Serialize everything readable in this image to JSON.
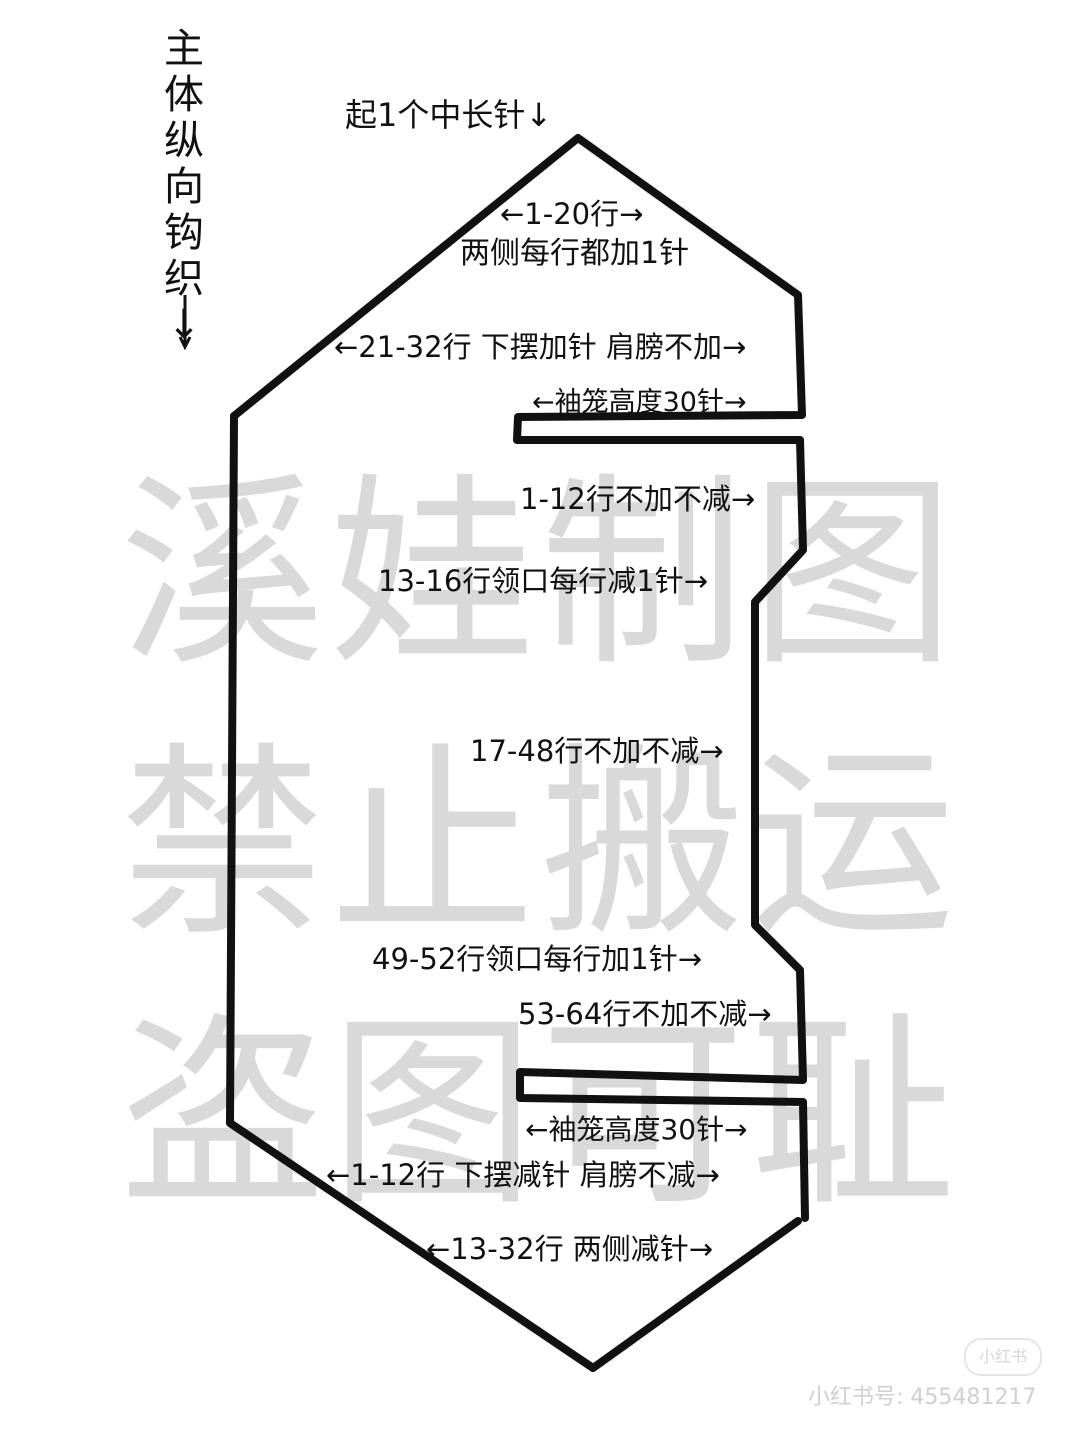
{
  "side_title": "主体纵向钩织↓",
  "watermark": {
    "lines": [
      "溪娃制图",
      "禁止搬运",
      "盗图可耻"
    ]
  },
  "labels": {
    "start": "起1个中长针↓",
    "rows_1_20": "←1-20行→",
    "rows_1_20_note": "两侧每行都加1针",
    "rows_21_32": "←21-32行 下摆加针 肩膀不加→",
    "sleeve_top": "←袖笼高度30针→",
    "rows_1_12": "1-12行不加不减→",
    "rows_13_16": "13-16行领口每行减1针→",
    "rows_17_48": "17-48行不加不减→",
    "rows_49_52": "49-52行领口每行加1针→",
    "rows_53_64": "53-64行不加不减→",
    "sleeve_bottom": "←袖笼高度30针→",
    "rows_1_12_dec": "←1-12行 下摆减针 肩膀不减→",
    "rows_13_32": "←13-32行 两侧减针→"
  },
  "source": {
    "badge": "小红书",
    "id_text": "小红书号: 455481217"
  },
  "colors": {
    "ink": "#111111",
    "watermark": "#d9d9d9",
    "background": "#ffffff"
  }
}
